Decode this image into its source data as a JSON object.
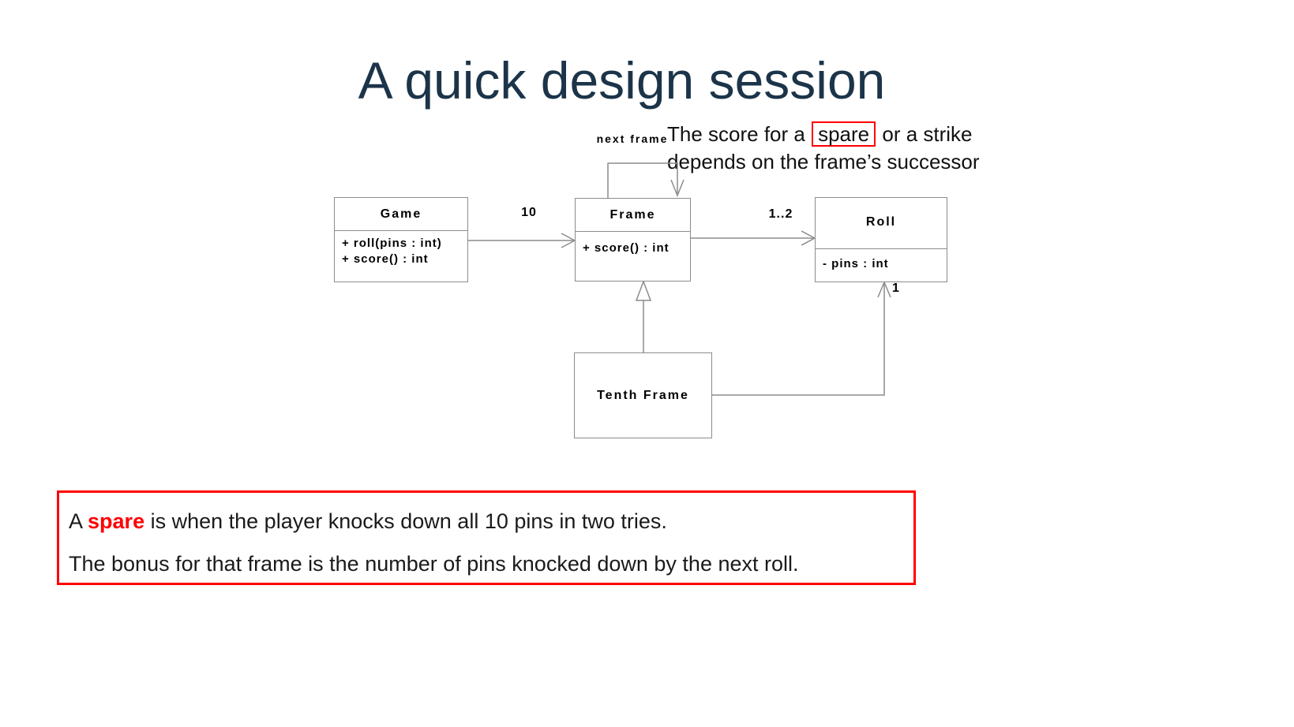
{
  "slide": {
    "title": "A quick design session",
    "top_note": {
      "line1_prefix": "The score for a",
      "line1_boxed_word": "spare",
      "line1_suffix": "or a strike",
      "line2": "depends on the frame’s successor"
    },
    "diagram": {
      "classes": [
        {
          "name": "Game",
          "members": [
            "+ roll(pins : int)",
            "+ score() : int"
          ]
        },
        {
          "name": "Frame",
          "members": [
            "+ score() : int"
          ]
        },
        {
          "name": "Roll",
          "members": [
            "- pins : int"
          ]
        },
        {
          "name": "Tenth Frame",
          "members": []
        }
      ],
      "associations": [
        {
          "name": "game-frame",
          "from": "Game",
          "to": "Frame",
          "multiplicity": "10"
        },
        {
          "name": "frame-roll",
          "from": "Frame",
          "to": "Roll",
          "multiplicity": "1..2"
        },
        {
          "name": "frame-self",
          "from": "Frame",
          "to": "Frame",
          "label": "next frame"
        },
        {
          "name": "tenthframe-frame",
          "from": "Tenth Frame",
          "to": "Frame",
          "type": "generalization"
        },
        {
          "name": "tenthframe-roll",
          "from": "Tenth Frame",
          "to": "Roll",
          "multiplicity": "1"
        }
      ]
    },
    "note_box": {
      "line1_prefix": "A ",
      "line1_highlight": "spare",
      "line1_suffix": " is when the player knocks down all 10 pins in two tries.",
      "line2": "The bonus for that frame is the number of pins knocked down by the next roll."
    },
    "colors": {
      "title_text": "#1c3449",
      "highlight_red": "#ff0000",
      "diagram_line": "#8c8c8c",
      "body_text": "#111111"
    }
  }
}
